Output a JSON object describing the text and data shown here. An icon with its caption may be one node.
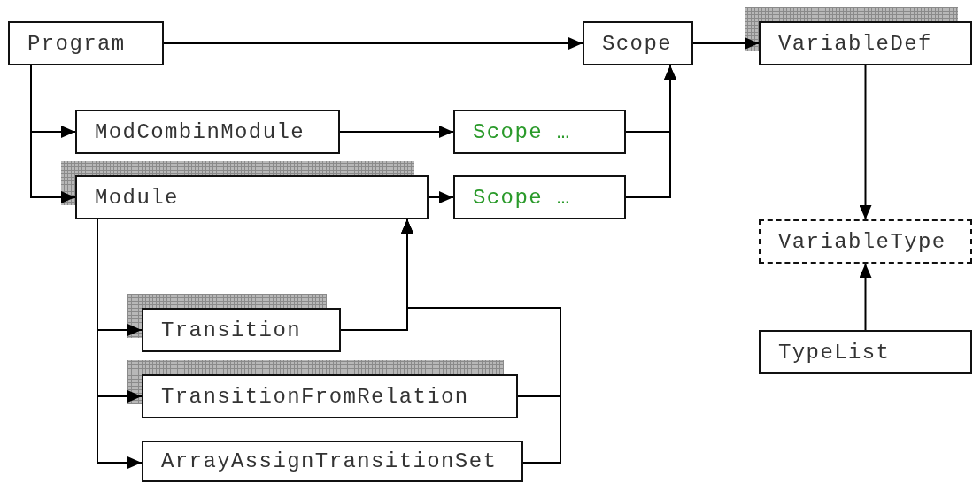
{
  "diagram": {
    "nodes": [
      {
        "text": [
          "Program"
        ]
      },
      {
        "text": [
          "Scope"
        ]
      },
      {
        "text": [
          "VariableDef"
        ]
      },
      {
        "text": [
          "ModCombinModule"
        ]
      },
      {
        "text": [
          "Scope …"
        ]
      },
      {
        "text": [
          "Module"
        ]
      },
      {
        "text": [
          "Scope …"
        ]
      },
      {
        "text": [
          "VariableType"
        ]
      },
      {
        "text": [
          "Transition"
        ]
      },
      {
        "text": [
          "TransitionFromRelation"
        ]
      },
      {
        "text": [
          "TypeList"
        ]
      },
      {
        "text": [
          "ArrayAssignTransitionSet"
        ]
      }
    ],
    "edges": [
      {
        "from": 0,
        "to": 1,
        "arrow": "to"
      },
      {
        "from": 1,
        "to": 2,
        "arrow": "to"
      },
      {
        "from": 0,
        "to": 3,
        "arrow": "to"
      },
      {
        "from": 3,
        "to": 4,
        "arrow": "to"
      },
      {
        "from": 4,
        "to": 1,
        "arrow": "to"
      },
      {
        "from": 0,
        "to": 5,
        "arrow": "to"
      },
      {
        "from": 5,
        "to": 6,
        "arrow": "to"
      },
      {
        "from": 6,
        "to": 1,
        "arrow": "to"
      },
      {
        "from": 2,
        "to": 7,
        "arrow": "to"
      },
      {
        "from": 5,
        "to": 8,
        "arrow": "to"
      },
      {
        "from": 8,
        "to": 5,
        "arrow": "to"
      },
      {
        "from": 9,
        "to": 5,
        "arrow": "to"
      },
      {
        "from": 10,
        "to": 7,
        "arrow": "to"
      },
      {
        "from": 5,
        "to": 9,
        "arrow": "to"
      },
      {
        "from": 5,
        "to": 11,
        "arrow": "to"
      },
      {
        "from": 11,
        "to": 5,
        "arrow": "to"
      }
    ]
  }
}
